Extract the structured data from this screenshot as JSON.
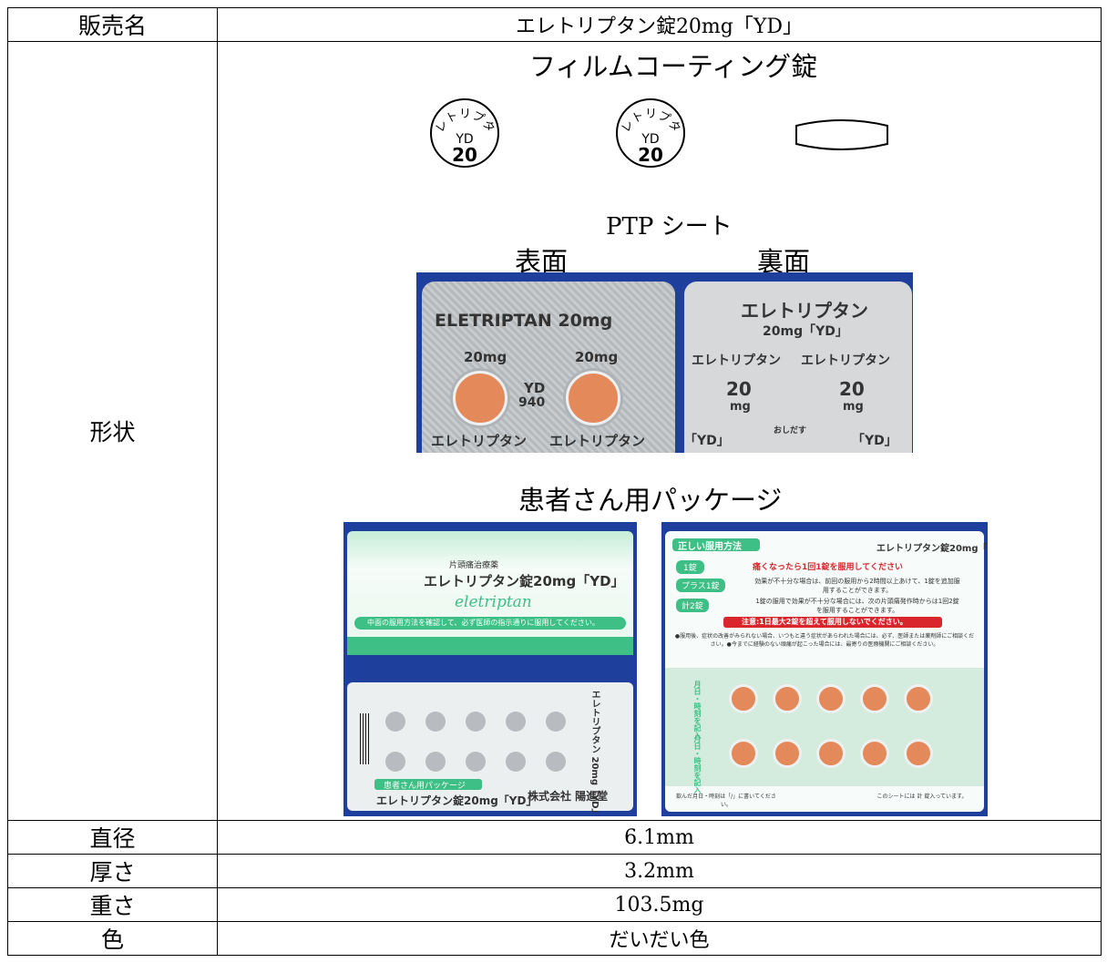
{
  "rows": {
    "name": {
      "label": "販売名",
      "value": "エレトリプタン錠20mg「YD」"
    },
    "shape": {
      "label": "形状"
    },
    "diameter": {
      "label": "直径",
      "value": "6.1mm"
    },
    "thickness": {
      "label": "厚さ",
      "value": "3.2mm"
    },
    "weight": {
      "label": "重さ",
      "value": "103.5mg"
    },
    "color": {
      "label": "色",
      "value": "だいだい色"
    }
  },
  "shape": {
    "coating": "フィルムコーティング錠",
    "tablet_imprint": {
      "arc": "エレトリプタン",
      "code": "YD",
      "dose": "20"
    },
    "ptp_heading": "PTP シート",
    "front_label": "表面",
    "back_label": "裏面",
    "patient_pkg_heading": "患者さん用パッケージ"
  },
  "ptp_front": {
    "title": "ELETRIPTAN 20mg",
    "dose_left": "20mg",
    "dose_right": "20mg",
    "center_code": "YD",
    "center_num": "940",
    "bottom_left": "エレトリプタン",
    "bottom_right": "エレトリプタン"
  },
  "ptp_back": {
    "title": "エレトリプタン",
    "subtitle": "20mg「YD」",
    "name_left": "エレトリプタン",
    "name_right": "エレトリプタン",
    "dose_num_left": "20",
    "dose_num_right": "20",
    "dose_unit_left": "mg",
    "dose_unit_right": "mg",
    "yd_left": "「YD」",
    "yd_right": "「YD」",
    "push_label": "おしだす"
  },
  "pkg_front": {
    "category": "片頭痛治療薬",
    "brand": "エレトリプタン錠20mg「YD」",
    "script": "eletriptan",
    "notice": "中面の服用方法を確認して、必ず医師の指示通りに服用してください。",
    "tag": "患者さん用パッケージ",
    "bottom_brand": "エレトリプタン錠20mg「YD」",
    "maker": "株式会社 陽進堂",
    "side_label": "エレトリプタン 20mg「YD」"
  },
  "pkg_back": {
    "heading": "正しい服用方法",
    "brand": "エレトリプタン錠20mg「YD」",
    "step1": "1錠",
    "step1_text": "痛くなったら1回1錠を服用してください",
    "step2": "プラス1錠",
    "step2_text": "効果が不十分な場合は、前回の服用から2時間以上あけて、1錠を追加服用することができます。",
    "step3": "計2錠",
    "step3_text": "1錠の服用で効果が不十分な場合には、次の片頭痛発作時からは1回2錠を服用することができます。",
    "warning": "注意:1日最大2錠を超えて服用しないでください。",
    "note": "●服用後、症状の改善がみられない場合、いつもと違う症状があらわれた場合には、必ず、医師または薬剤師にご相談ください。●今までに経験のない頭痛が起こった場合には、最寄りの医療機関にご相談ください。",
    "row_label": "月日・時刻を記入",
    "footer_left": "飲んだ月日・時刻は「/」に書いてください。",
    "footer_right": "このシートには 計 錠入っています。"
  },
  "colors": {
    "tablet": "#e4895a",
    "photo_bg": "#1f3f9c",
    "pkg_green": "#3dbf86",
    "warning_red": "#d9262c"
  }
}
